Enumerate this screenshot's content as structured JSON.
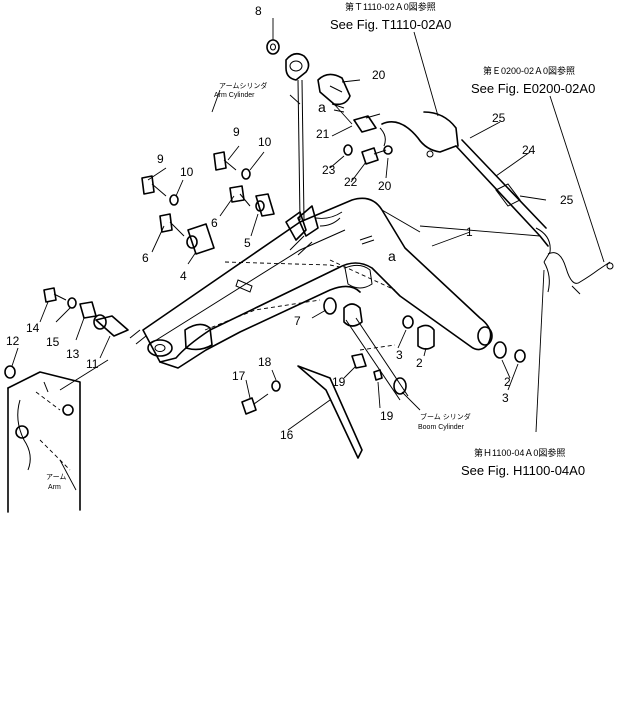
{
  "references": {
    "t1110_jp": "第Ｔ1110-02Ａ0図参照",
    "t1110": "See Fig. T1110-02A0",
    "e0200_jp": "第Ｅ0200-02Ａ0図参照",
    "e0200": "See Fig. E0200-02A0",
    "h1100_jp": "第Ｈ1100-04Ａ0図参照",
    "h1100": "See Fig. H1100-04A0"
  },
  "annotations": {
    "arm_cylinder_jp": "アームシリンダ",
    "arm_cylinder": "Arm Cylinder",
    "boom_cylinder_jp": "ブーム シリンダ",
    "boom_cylinder": "Boom Cylinder",
    "arm_jp": "アーム",
    "arm": "Arm",
    "a_top": "a",
    "a_mid": "a"
  },
  "callouts": {
    "c1": "1",
    "c2a": "2",
    "c2b": "2",
    "c3a": "3",
    "c3b": "3",
    "c4": "4",
    "c5": "5",
    "c6a": "6",
    "c6b": "6",
    "c7": "7",
    "c8": "8",
    "c9a": "9",
    "c9b": "9",
    "c10a": "10",
    "c10b": "10",
    "c11": "11",
    "c12": "12",
    "c13": "13",
    "c14": "14",
    "c15": "15",
    "c16": "16",
    "c17": "17",
    "c18": "18",
    "c19a": "19",
    "c19b": "19",
    "c20a": "20",
    "c20b": "20",
    "c21": "21",
    "c22": "22",
    "c23": "23",
    "c24": "24",
    "c25a": "25",
    "c25b": "25"
  }
}
